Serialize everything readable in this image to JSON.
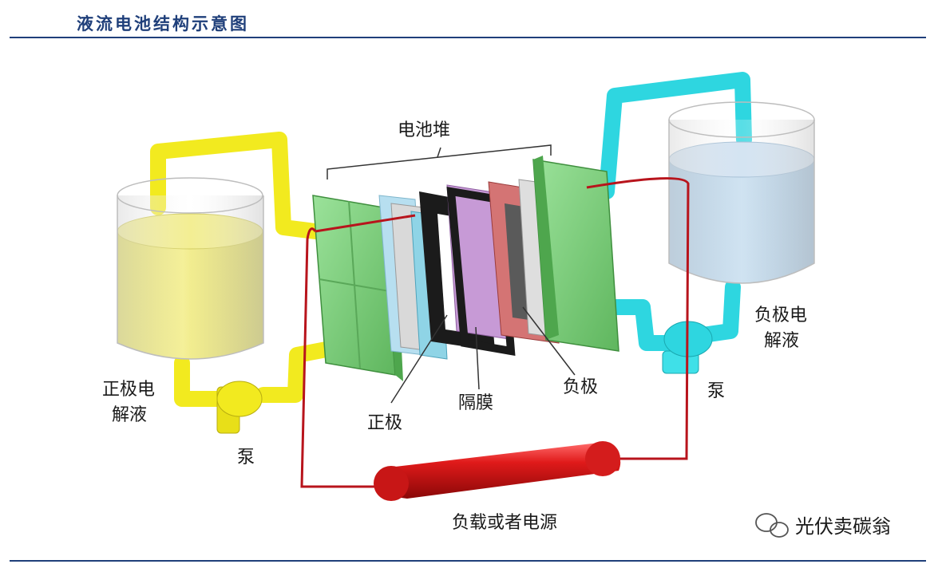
{
  "title": "液流电池结构示意图",
  "labels": {
    "stack": "电池堆",
    "positive_electrolyte_line1": "正极电",
    "positive_electrolyte_line2": "解液",
    "negative_electrolyte_line1": "负极电",
    "negative_electrolyte_line2": "解液",
    "pump_left": "泵",
    "pump_right": "泵",
    "positive_electrode": "正极",
    "membrane": "隔膜",
    "negative_electrode": "负极",
    "load": "负载或者电源",
    "watermark": "光伏卖碳翁"
  },
  "colors": {
    "header": "#1f3f7a",
    "positive_electrolyte": "#e6e04a",
    "negative_electrolyte": "#a9cbe6",
    "yellow_pipe": "#f2ea1f",
    "cyan_pipe": "#2ed6e0",
    "end_plate": "#7fd07a",
    "circuit": "#b8141c",
    "membrane": "#c79ad6",
    "negative_plate": "#d47474"
  }
}
